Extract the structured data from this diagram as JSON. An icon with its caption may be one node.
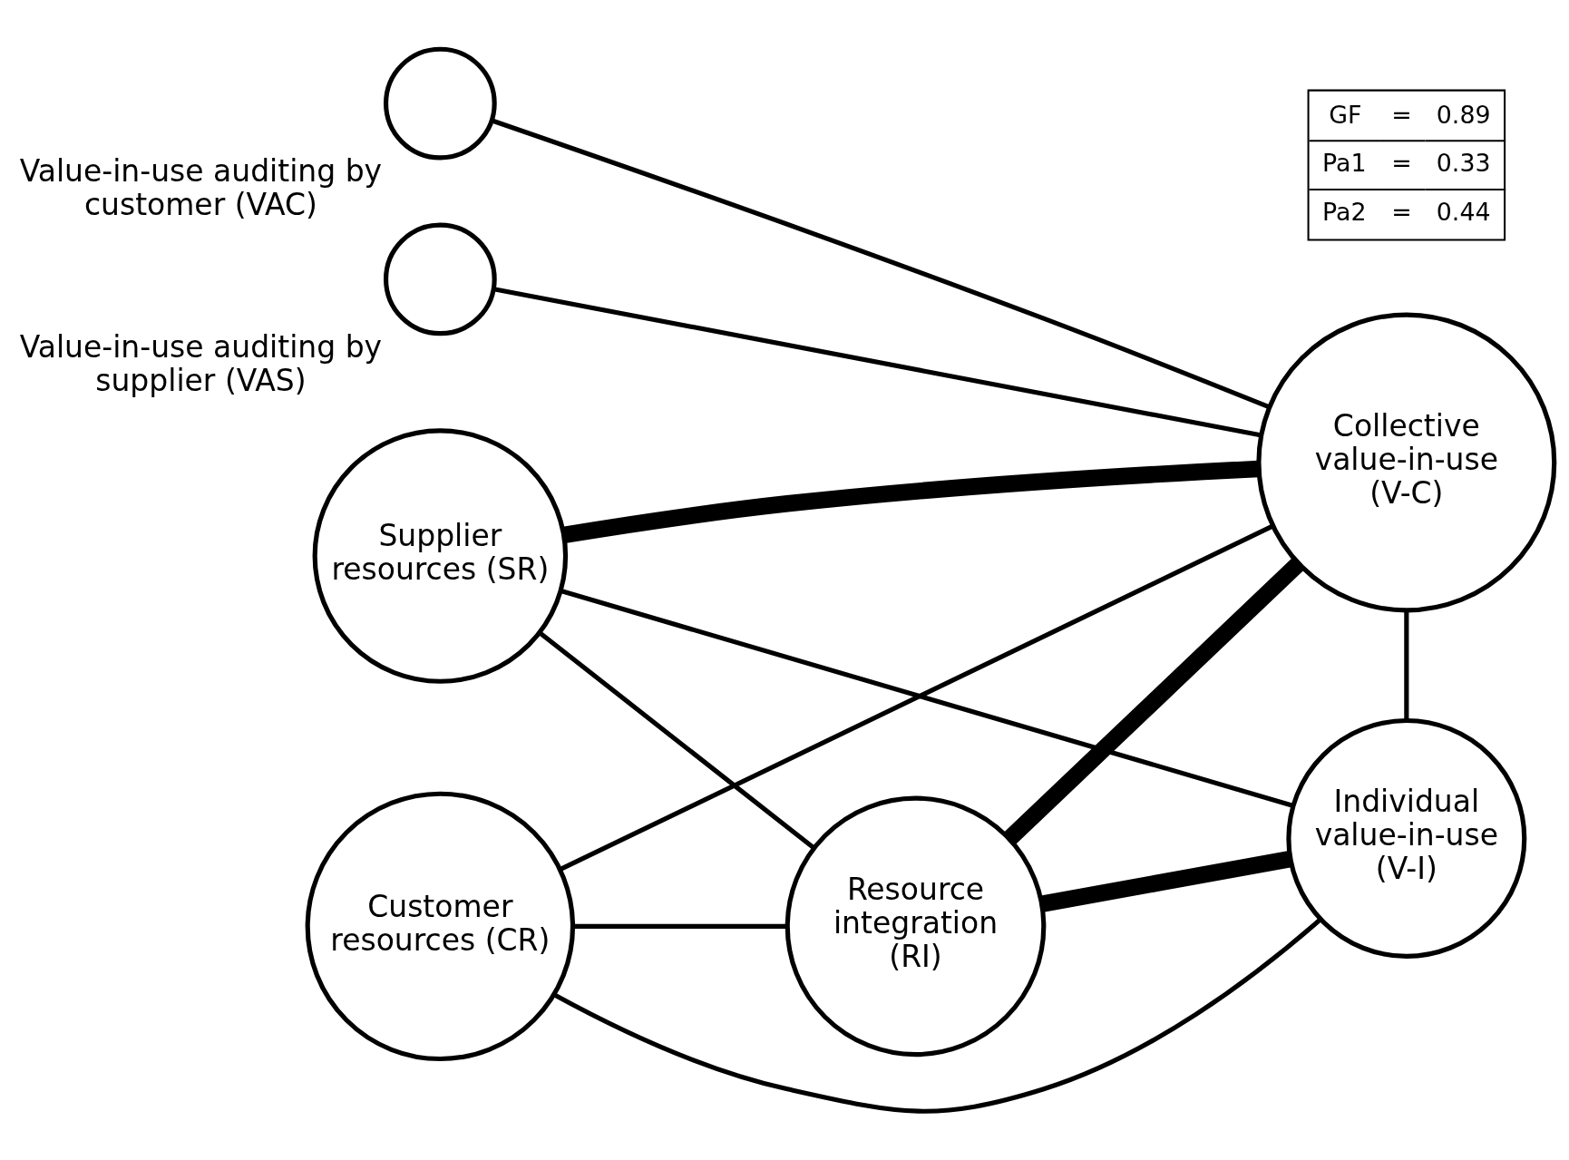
{
  "diagram": {
    "nodes": [
      {
        "text": [],
        "shape": "circle",
        "beside": [
          "Value-in-use auditing by supplier (VAS)"
        ]
      },
      {
        "text": [],
        "shape": "circle",
        "beside": [
          "Value-in-use auditing by customer (VAC)"
        ]
      },
      {
        "text": [
          "Supplier resources (SR)"
        ]
      },
      {
        "text": [
          "Resource integration (RI)"
        ]
      },
      {
        "text": [
          "Customer resources (CR)"
        ]
      },
      {
        "text": [
          "Collective value-in-use (V-C)"
        ]
      },
      {
        "text": [
          "Individual value-in-use (V-I)"
        ]
      }
    ],
    "edges": [
      {
        "from": 0,
        "to": 5,
        "arrow": "none"
      },
      {
        "from": 1,
        "to": 5,
        "arrow": "none"
      },
      {
        "from": 2,
        "to": 5,
        "arrow": "none",
        "style": "thick"
      },
      {
        "from": 2,
        "to": 6,
        "arrow": "none"
      },
      {
        "from": 2,
        "to": 3,
        "arrow": "none"
      },
      {
        "from": 3,
        "to": 5,
        "arrow": "none",
        "style": "thick"
      },
      {
        "from": 3,
        "to": 6,
        "arrow": "none",
        "style": "thick"
      },
      {
        "from": 4,
        "to": 3,
        "arrow": "none"
      },
      {
        "from": 4,
        "to": 5,
        "arrow": "none"
      },
      {
        "from": 4,
        "to": 6,
        "arrow": "none"
      },
      {
        "from": 5,
        "to": 6,
        "arrow": "none"
      }
    ],
    "labels": [
      "GF",
      "=",
      "0.89",
      "Pa1",
      "=",
      "0.33",
      "Pa2",
      "=",
      "0.44"
    ]
  }
}
